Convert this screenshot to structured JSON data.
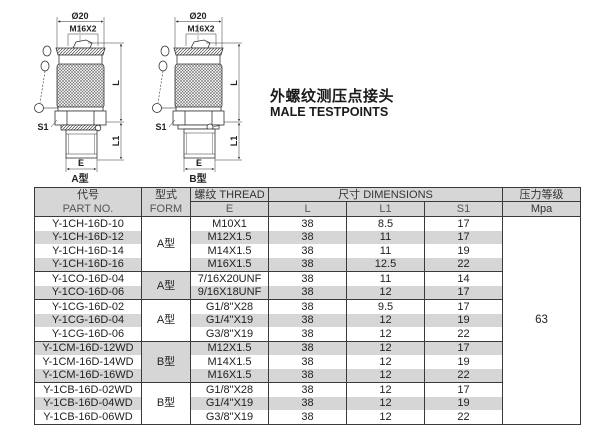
{
  "title": {
    "zh": "外螺纹测压点接头",
    "en": "MALE TESTPOINTS"
  },
  "drawings": [
    {
      "type_label": "A型",
      "diameter": "Ø20",
      "thread": "M16X2",
      "dim_L": "L",
      "dim_L1": "L1",
      "dim_S1": "S1",
      "dim_E": "E"
    },
    {
      "type_label": "B型",
      "diameter": "Ø20",
      "thread": "M16X2",
      "dim_L": "L",
      "dim_L1": "L1",
      "dim_S1": "S1",
      "dim_E": "E"
    }
  ],
  "table": {
    "headers": {
      "part_no_zh": "代号",
      "part_no_en": "PART NO.",
      "form_zh": "型式",
      "form_en": "FORM",
      "thread": "螺纹 THREAD",
      "thread_sub": "E",
      "dimensions": "尺寸  DIMENSIONS",
      "L": "L",
      "L1": "L1",
      "S1": "S1",
      "pressure_zh": "压力等级",
      "pressure_unit": "Mpa"
    },
    "groups": [
      {
        "form": "A型"
      },
      {
        "form": "A型"
      },
      {
        "form": "A型"
      },
      {
        "form": "B型"
      },
      {
        "form": "B型"
      }
    ],
    "rows": [
      {
        "part_no": "Y-1CH-16D-10",
        "thread": "M10X1",
        "L": "38",
        "L1": "8.5",
        "S1": "17"
      },
      {
        "part_no": "Y-1CH-16D-12",
        "thread": "M12X1.5",
        "L": "38",
        "L1": "11",
        "S1": "17"
      },
      {
        "part_no": "Y-1CH-16D-14",
        "thread": "M14X1.5",
        "L": "38",
        "L1": "11",
        "S1": "19"
      },
      {
        "part_no": "Y-1CH-16D-16",
        "thread": "M16X1.5",
        "L": "38",
        "L1": "12.5",
        "S1": "22"
      },
      {
        "part_no": "Y-1CO-16D-04",
        "thread": "7/16X20UNF",
        "L": "38",
        "L1": "11",
        "S1": "14"
      },
      {
        "part_no": "Y-1CO-16D-06",
        "thread": "9/16X18UNF",
        "L": "38",
        "L1": "12",
        "S1": "17"
      },
      {
        "part_no": "Y-1CG-16D-02",
        "thread": "G1/8\"X28",
        "L": "38",
        "L1": "9.5",
        "S1": "17"
      },
      {
        "part_no": "Y-1CG-16D-04",
        "thread": "G1/4\"X19",
        "L": "38",
        "L1": "12",
        "S1": "19"
      },
      {
        "part_no": "Y-1CG-16D-06",
        "thread": "G3/8\"X19",
        "L": "38",
        "L1": "12",
        "S1": "22"
      },
      {
        "part_no": "Y-1CM-16D-12WD",
        "thread": "M12X1.5",
        "L": "38",
        "L1": "12",
        "S1": "17"
      },
      {
        "part_no": "Y-1CM-16D-14WD",
        "thread": "M14X1.5",
        "L": "38",
        "L1": "12",
        "S1": "19"
      },
      {
        "part_no": "Y-1CM-16D-16WD",
        "thread": "M16X1.5",
        "L": "38",
        "L1": "12",
        "S1": "22"
      },
      {
        "part_no": "Y-1CB-16D-02WD",
        "thread": "G1/8\"X28",
        "L": "38",
        "L1": "12",
        "S1": "17"
      },
      {
        "part_no": "Y-1CB-16D-04WD",
        "thread": "G1/4\"X19",
        "L": "38",
        "L1": "12",
        "S1": "19"
      },
      {
        "part_no": "Y-1CB-16D-06WD",
        "thread": "G3/8\"X19",
        "L": "38",
        "L1": "12",
        "S1": "22"
      }
    ],
    "pressure": "63"
  }
}
